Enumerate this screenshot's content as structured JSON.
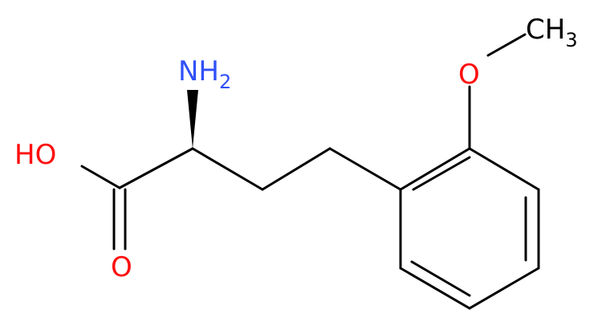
{
  "molecule": {
    "atoms": {
      "hydroxyl": {
        "label": "HO"
      },
      "carbonyl_oxygen": {
        "label": "O"
      },
      "amine": {
        "label": "NH",
        "subscript": "2"
      },
      "ether_oxygen": {
        "label": "O"
      },
      "methyl": {
        "label": "CH",
        "subscript": "3"
      }
    }
  },
  "colors": {
    "bond": "#000000",
    "oxygen": "#ff0d0d",
    "nitrogen": "#3050f8",
    "carbon": "#000000",
    "background": "#ffffff"
  }
}
